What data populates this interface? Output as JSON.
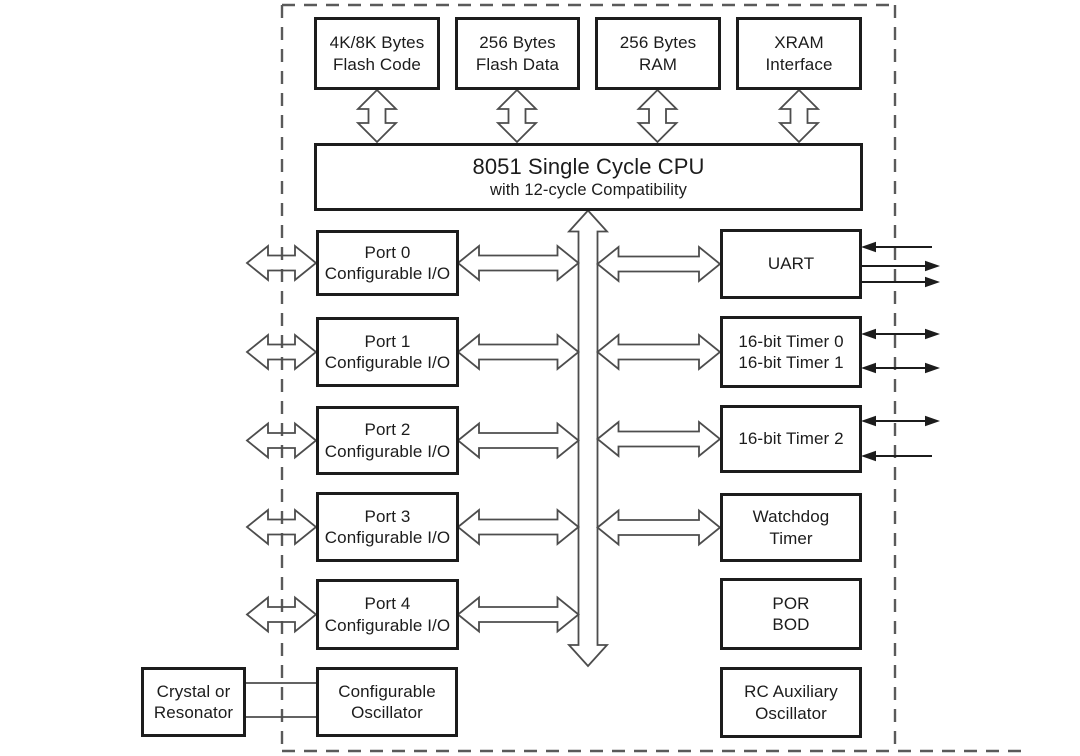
{
  "figure": {
    "kind": "microcontroller-block-diagram",
    "chip_boundary_style": "dashed"
  },
  "colors": {
    "background": "#ffffff",
    "box_border": "#1c1c1c",
    "text": "#1c1c1c",
    "hollow_arrow_outline": "#4d4d4d",
    "thin_arrow": "#1c1c1c",
    "dashed_border": "#5a5a5a"
  },
  "memory_blocks": [
    {
      "line1": "4K/8K Bytes",
      "line2": "Flash Code"
    },
    {
      "line1": "256 Bytes",
      "line2": "Flash Data"
    },
    {
      "line1": "256 Bytes",
      "line2": "RAM"
    },
    {
      "line1": "XRAM",
      "line2": "Interface"
    }
  ],
  "cpu": {
    "title": "8051 Single Cycle CPU",
    "subtitle": "with 12-cycle Compatibility"
  },
  "ports": [
    {
      "line1": "Port 0",
      "line2": "Configurable I/O"
    },
    {
      "line1": "Port 1",
      "line2": "Configurable I/O"
    },
    {
      "line1": "Port 2",
      "line2": "Configurable I/O"
    },
    {
      "line1": "Port 3",
      "line2": "Configurable I/O"
    },
    {
      "line1": "Port 4",
      "line2": "Configurable I/O"
    }
  ],
  "peripherals": [
    {
      "line1": "UART"
    },
    {
      "line1": "16-bit Timer 0",
      "line2": "16-bit Timer 1"
    },
    {
      "line1": "16-bit Timer 2"
    },
    {
      "line1": "Watchdog",
      "line2": "Timer"
    },
    {
      "line1": "POR",
      "line2": "BOD"
    },
    {
      "line1": "RC Auxiliary",
      "line2": "Oscillator"
    }
  ],
  "clock": {
    "external": {
      "line1": "Crystal or",
      "line2": "Resonator"
    },
    "internal": {
      "line1": "Configurable",
      "line2": "Oscillator"
    }
  }
}
